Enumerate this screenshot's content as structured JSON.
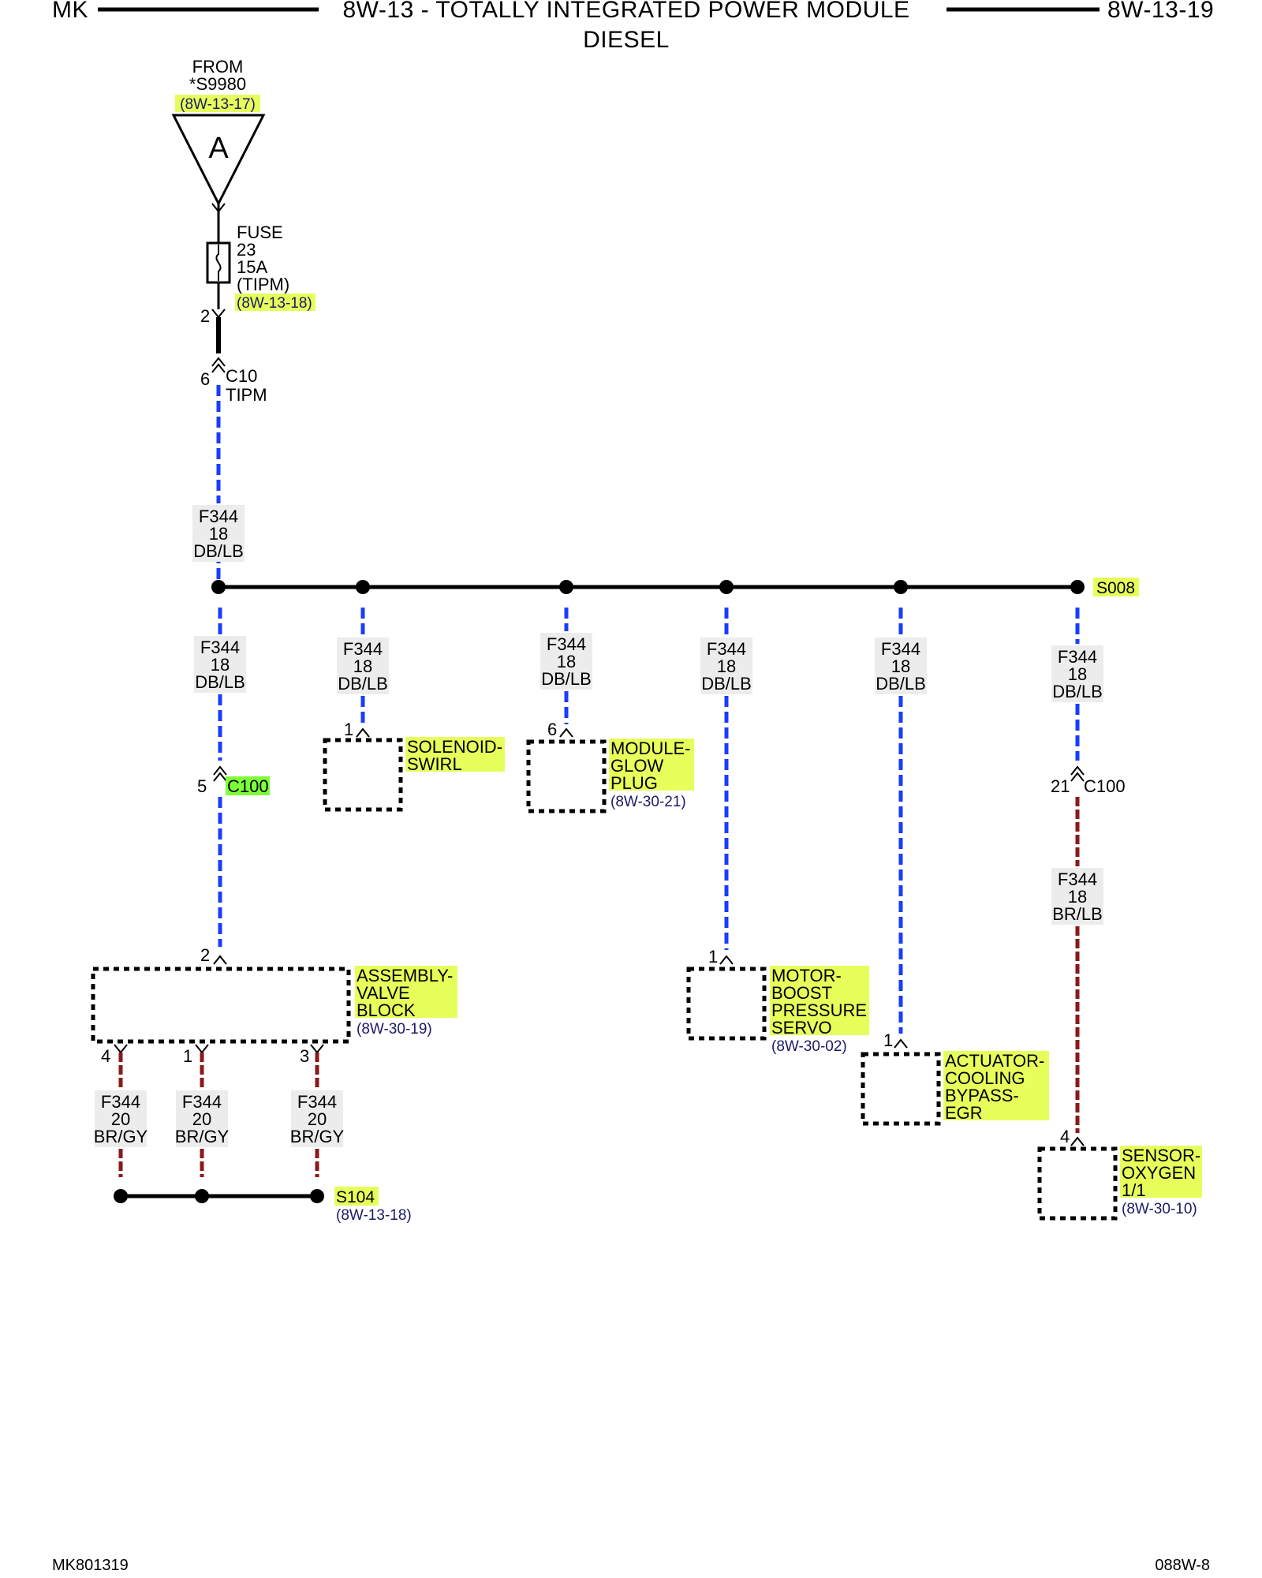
{
  "header": {
    "left": "MK",
    "title": "8W-13 - TOTALLY INTEGRATED POWER MODULE",
    "subtitle": "DIESEL",
    "right": "8W-13-19"
  },
  "footer": {
    "left": "MK801319",
    "right": "088W-8"
  },
  "source": {
    "from_label": "FROM",
    "splice": "*S9980",
    "ref": "(8W-13-17)",
    "connector_letter": "A"
  },
  "fuse": {
    "label": "FUSE",
    "number": "23",
    "rating": "15A",
    "location": "(TIPM)",
    "ref": "(8W-13-18)",
    "pin": "2"
  },
  "tipm_connector": {
    "pin": "6",
    "name": "C10",
    "module": "TIPM"
  },
  "feed_wire": {
    "circuit": "F344",
    "gauge": "18",
    "color": "DB/LB"
  },
  "bus_splice": {
    "name": "S008"
  },
  "branches": {
    "b1": {
      "circuit": "F344",
      "gauge": "18",
      "color": "DB/LB",
      "conn_pin": "5",
      "conn_name": "C100"
    },
    "b2": {
      "circuit": "F344",
      "gauge": "18",
      "color": "DB/LB",
      "pin": "1"
    },
    "b3": {
      "circuit": "F344",
      "gauge": "18",
      "color": "DB/LB",
      "pin": "6"
    },
    "b4": {
      "circuit": "F344",
      "gauge": "18",
      "color": "DB/LB",
      "pin": "1"
    },
    "b5": {
      "circuit": "F344",
      "gauge": "18",
      "color": "DB/LB",
      "pin": "1"
    },
    "b6": {
      "circuit": "F344",
      "gauge": "18",
      "color": "DB/LB",
      "conn_pin": "21",
      "conn_name": "C100",
      "out_circuit": "F344",
      "out_gauge": "18",
      "out_color": "BR/LB",
      "pin": "4"
    }
  },
  "components": {
    "valve_block": {
      "l1": "ASSEMBLY-",
      "l2": "VALVE",
      "l3": "BLOCK",
      "ref": "(8W-30-19)",
      "in_pin": "2"
    },
    "swirl": {
      "l1": "SOLENOID-",
      "l2": "SWIRL"
    },
    "glow": {
      "l1": "MODULE-",
      "l2": "GLOW",
      "l3": "PLUG",
      "ref": "(8W-30-21)"
    },
    "boost": {
      "l1": "MOTOR-",
      "l2": "BOOST",
      "l3": "PRESSURE",
      "l4": "SERVO",
      "ref": "(8W-30-02)"
    },
    "egr": {
      "l1": "ACTUATOR-",
      "l2": "COOLING",
      "l3": "BYPASS-",
      "l4": "EGR"
    },
    "o2": {
      "l1": "SENSOR-",
      "l2": "OXYGEN",
      "l3": "1/1",
      "ref": "(8W-30-10)"
    }
  },
  "ground_outputs": [
    {
      "pin": "4",
      "circuit": "F344",
      "gauge": "20",
      "color": "BR/GY"
    },
    {
      "pin": "1",
      "circuit": "F344",
      "gauge": "20",
      "color": "BR/GY"
    },
    {
      "pin": "3",
      "circuit": "F344",
      "gauge": "20",
      "color": "BR/GY"
    }
  ],
  "s104": {
    "name": "S104",
    "ref": "(8W-13-18)"
  },
  "colors": {
    "wire_blue": "#1a3cff",
    "wire_brown": "#8a1a1a",
    "highlight": "#e6ff5a",
    "highlight_green": "#7dff3a",
    "ref_text": "#1a1a66"
  }
}
